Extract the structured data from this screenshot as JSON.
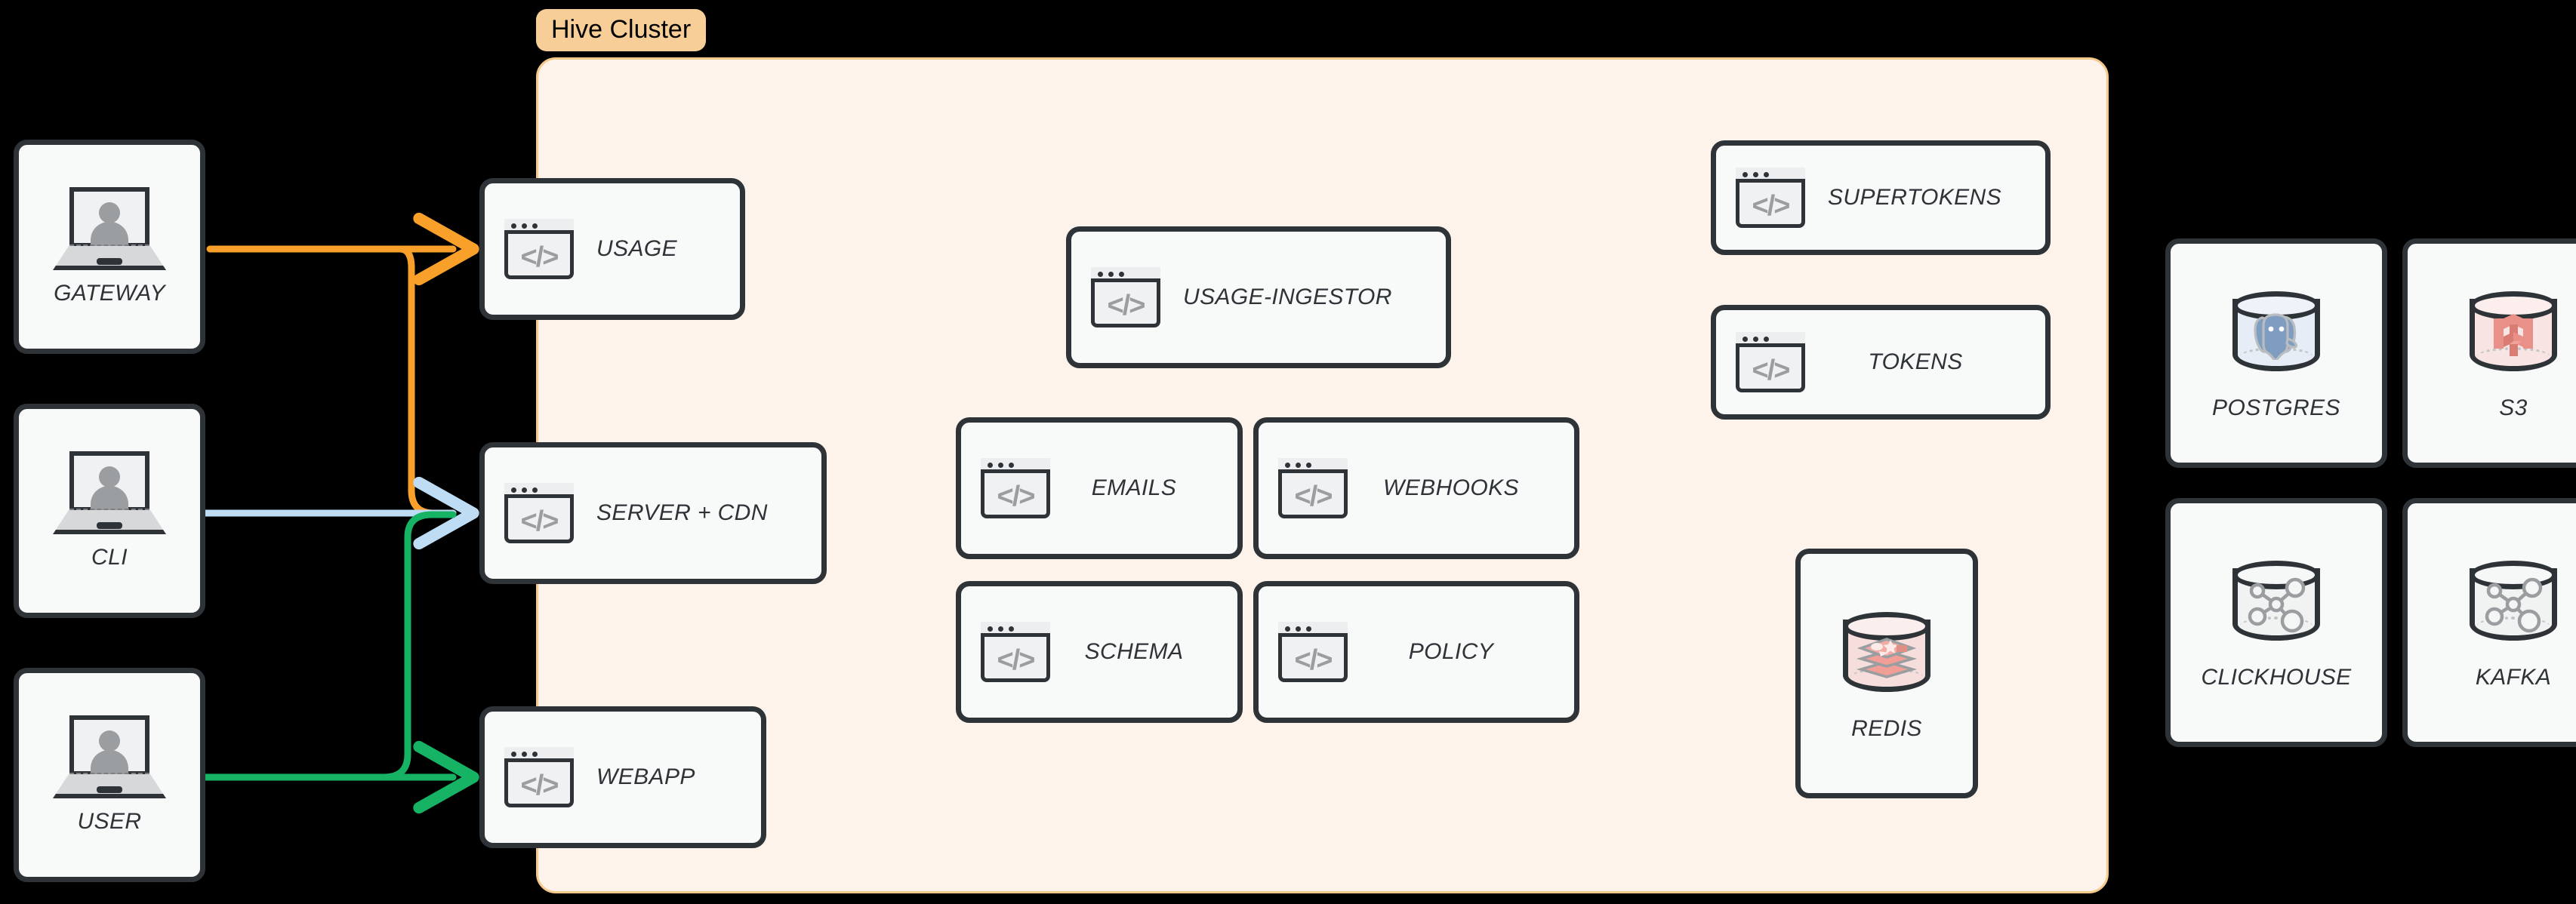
{
  "diagram": {
    "background_color": "#000000",
    "cluster": {
      "tag_label": "Hive Cluster",
      "tag_bg": "#F8CE98",
      "panel_bg": "#FDF3EA",
      "panel_border": "#F6C98B"
    },
    "clients": [
      {
        "label": "GATEWAY",
        "icon": "laptop-person-icon"
      },
      {
        "label": "CLI",
        "icon": "laptop-person-icon"
      },
      {
        "label": "USER",
        "icon": "laptop-person-icon"
      }
    ],
    "edge_services": [
      {
        "label": "USAGE",
        "icon": "code-window-icon"
      },
      {
        "label": "SERVER + CDN",
        "icon": "code-window-icon"
      },
      {
        "label": "WEBAPP",
        "icon": "code-window-icon"
      }
    ],
    "core_services": [
      {
        "label": "USAGE-INGESTOR",
        "icon": "code-window-icon"
      },
      {
        "label": "EMAILS",
        "icon": "code-window-icon"
      },
      {
        "label": "WEBHOOKS",
        "icon": "code-window-icon"
      },
      {
        "label": "SCHEMA",
        "icon": "code-window-icon"
      },
      {
        "label": "POLICY",
        "icon": "code-window-icon"
      }
    ],
    "auth_services": [
      {
        "label": "SUPERTOKENS",
        "icon": "code-window-icon"
      },
      {
        "label": "TOKENS",
        "icon": "code-window-icon"
      }
    ],
    "cluster_datastores": [
      {
        "label": "REDIS",
        "icon": "redis-cylinder-icon",
        "tint": "#F6DEDC",
        "accent": "#E8A09A"
      }
    ],
    "external_datastores": [
      {
        "label": "POSTGRES",
        "icon": "postgres-cylinder-icon",
        "tint": "#E7EDF6",
        "accent": "#7E9DC0"
      },
      {
        "label": "S3",
        "icon": "s3-cylinder-icon",
        "tint": "#F8E5E3",
        "accent": "#E28B83"
      },
      {
        "label": "CLICKHOUSE",
        "icon": "graph-cylinder-icon",
        "tint": "#F1F2F2",
        "accent": "#9A9EA1"
      },
      {
        "label": "KAFKA",
        "icon": "graph-cylinder-icon",
        "tint": "#F1F2F2",
        "accent": "#9A9EA1"
      }
    ],
    "connections": [
      {
        "from": "GATEWAY",
        "to": "USAGE",
        "color": "#F9A02B",
        "name": "gateway-to-usage"
      },
      {
        "from": "GATEWAY",
        "to": "SERVER + CDN",
        "color": "#F9A02B",
        "name": "gateway-to-server-cdn"
      },
      {
        "from": "CLI",
        "to": "SERVER + CDN",
        "color": "#BFDCF5",
        "name": "cli-to-server-cdn"
      },
      {
        "from": "USER",
        "to": "SERVER + CDN",
        "color": "#16B364",
        "name": "user-to-server-cdn"
      },
      {
        "from": "USER",
        "to": "WEBAPP",
        "color": "#16B364",
        "name": "user-to-webapp"
      }
    ],
    "code_glyph": "</>"
  }
}
